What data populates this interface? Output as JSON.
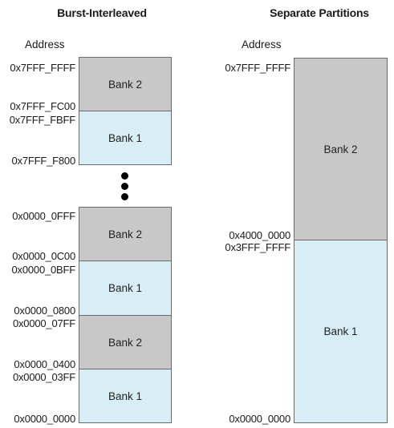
{
  "left": {
    "title": "Burst-Interleaved",
    "header": "Address",
    "top_group": {
      "blocks": [
        {
          "label": "Bank 2",
          "bank": 2
        },
        {
          "label": "Bank 1",
          "bank": 1
        }
      ],
      "addresses": [
        "0x7FFF_FFFF",
        "0x7FFF_FC00",
        "0x7FFF_FBFF",
        "0x7FFF_F800"
      ]
    },
    "bottom_group": {
      "blocks": [
        {
          "label": "Bank 2",
          "bank": 2
        },
        {
          "label": "Bank 1",
          "bank": 1
        },
        {
          "label": "Bank 2",
          "bank": 2
        },
        {
          "label": "Bank 1",
          "bank": 1
        }
      ],
      "addresses": [
        "0x0000_0FFF",
        "0x0000_0C00",
        "0x0000_0BFF",
        "0x0000_0800",
        "0x0000_07FF",
        "0x0000_0400",
        "0x0000_03FF",
        "0x0000_0000"
      ]
    }
  },
  "right": {
    "title": "Separate Partitions",
    "header": "Address",
    "blocks": [
      {
        "label": "Bank 2",
        "bank": 2
      },
      {
        "label": "Bank 1",
        "bank": 1
      }
    ],
    "addresses": [
      "0x7FFF_FFFF",
      "0x4000_0000",
      "0x3FFF_FFFF",
      "0x0000_0000"
    ]
  },
  "colors": {
    "bank2": "#c8c8c8",
    "bank1": "#d8eef6",
    "border": "#6b6b6b"
  }
}
